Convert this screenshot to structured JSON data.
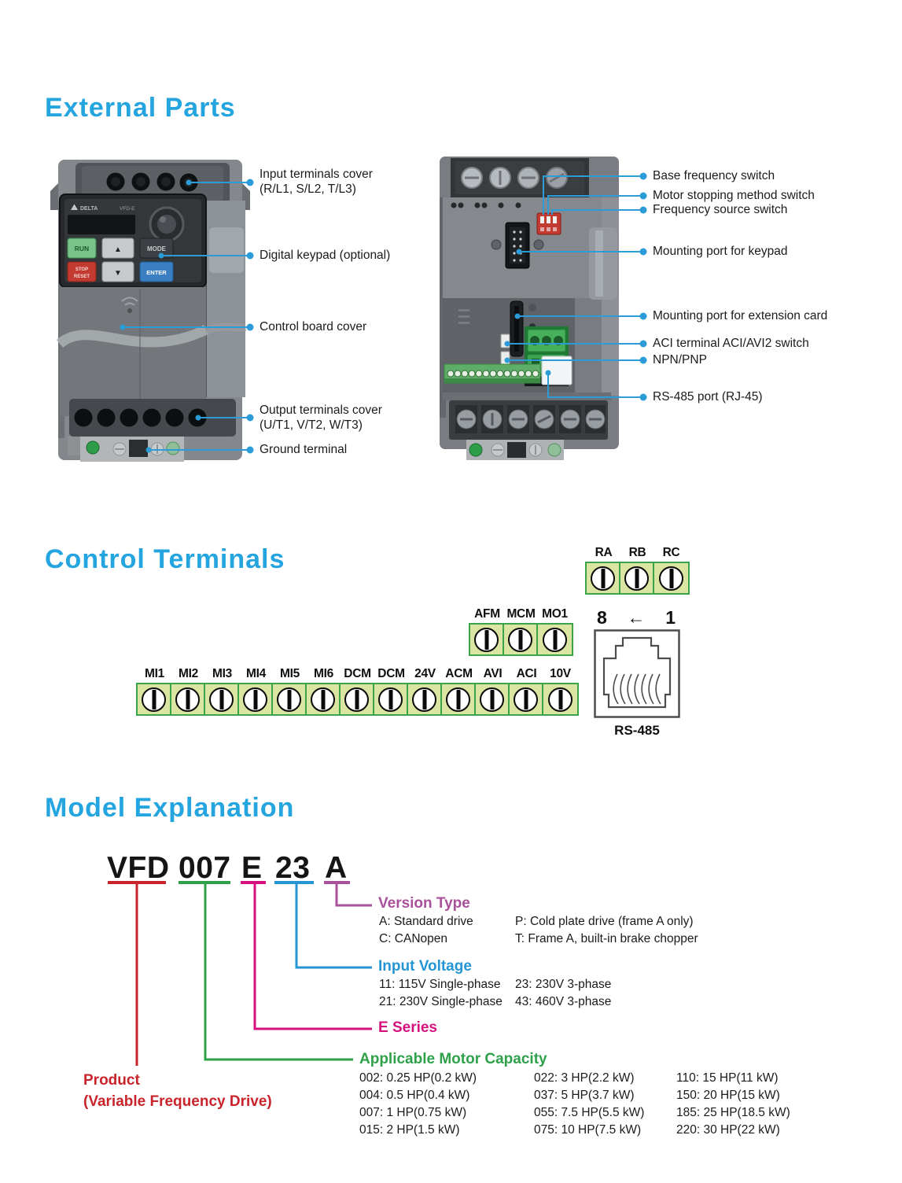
{
  "colors": {
    "heading_blue": "#25a5e0",
    "callout_blue": "#2b9cd8",
    "terminal_fill": "#d9e5a0",
    "terminal_border": "#3aa44a",
    "model_red": "#c9242b",
    "model_green": "#2fa14b",
    "model_magenta": "#d4117d",
    "model_blue": "#2596d3",
    "model_purple": "#a8509a"
  },
  "external": {
    "title": "External Parts",
    "left_callouts": [
      {
        "line1": "Input terminals cover",
        "line2": "(R/L1, S/L2, T/L3)"
      },
      {
        "line1": "Digital keypad (optional)"
      },
      {
        "line1": "Control board cover"
      },
      {
        "line1": "Output terminals cover",
        "line2": "(U/T1, V/T2, W/T3)"
      },
      {
        "line1": "Ground terminal"
      }
    ],
    "right_callouts": [
      {
        "line1": "Base frequency switch"
      },
      {
        "line1": "Motor stopping method switch"
      },
      {
        "line1": "Frequency source switch"
      },
      {
        "line1": "Mounting port for keypad"
      },
      {
        "line1": "Mounting port for extension card"
      },
      {
        "line1": "ACI terminal ACI/AVI2 switch"
      },
      {
        "line1": "NPN/PNP"
      },
      {
        "line1": "RS-485 port (RJ-45)"
      }
    ],
    "keypad": {
      "brand": "DELTA",
      "model": "VFD-E",
      "run": "RUN",
      "stop1": "STOP",
      "stop2": "RESET",
      "up": "▲",
      "down": "▼",
      "mode": "MODE",
      "enter": "ENTER"
    }
  },
  "control": {
    "title": "Control Terminals",
    "relay_group": [
      "RA",
      "RB",
      "RC"
    ],
    "analog_group": [
      "AFM",
      "MCM",
      "MO1"
    ],
    "main_group": [
      "MI1",
      "MI2",
      "MI3",
      "MI4",
      "MI5",
      "MI6",
      "DCM",
      "DCM",
      "24V",
      "ACM",
      "AVI",
      "ACI",
      "10V"
    ],
    "rs485": {
      "pin8": "8",
      "arrow": "←",
      "pin1": "1",
      "label": "RS-485"
    }
  },
  "model": {
    "title": "Model Explanation",
    "segments": [
      {
        "text": "VFD",
        "color": "#c9242b"
      },
      {
        "text": "007",
        "color": "#2fa14b"
      },
      {
        "text": "E",
        "color": "#d4117d"
      },
      {
        "text": "23",
        "color": "#2596d3"
      },
      {
        "text": "A",
        "color": "#a8509a"
      }
    ],
    "product": {
      "line1": "Product",
      "line2": "(Variable Frequency Drive)"
    },
    "version": {
      "title": "Version Type",
      "left": [
        "A: Standard drive",
        "C: CANopen"
      ],
      "right": [
        "P: Cold plate drive (frame A only)",
        "T: Frame A, built-in brake chopper"
      ]
    },
    "voltage": {
      "title": "Input Voltage",
      "left": [
        "11: 115V Single-phase",
        "21: 230V Single-phase"
      ],
      "right": [
        "23: 230V 3-phase",
        "43: 460V 3-phase"
      ]
    },
    "series": {
      "title": "E Series"
    },
    "capacity": {
      "title": "Applicable Motor Capacity",
      "columns": [
        [
          "002: 0.25 HP(0.2 kW)",
          "004: 0.5 HP(0.4 kW)",
          "007: 1 HP(0.75 kW)",
          "015: 2 HP(1.5 kW)"
        ],
        [
          "022: 3 HP(2.2 kW)",
          "037: 5 HP(3.7 kW)",
          "055: 7.5 HP(5.5 kW)",
          "075: 10 HP(7.5 kW)"
        ],
        [
          "110: 15 HP(11 kW)",
          "150: 20 HP(15 kW)",
          "185: 25 HP(18.5 kW)",
          "220: 30 HP(22 kW)"
        ]
      ]
    }
  }
}
